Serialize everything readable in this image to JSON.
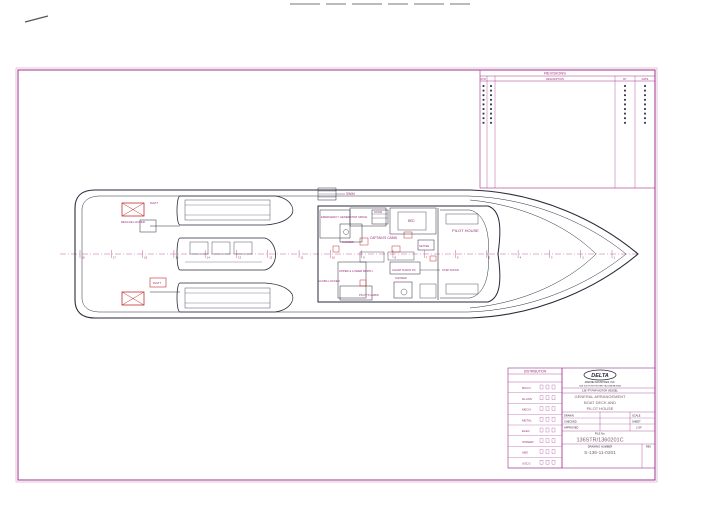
{
  "colors": {
    "border": "#a0308a",
    "hull": "#2a2a3a",
    "centerline": "#c0609a",
    "labels": "#9a2f7a",
    "title_stamp": "#7a6070"
  },
  "revisions": {
    "title": "REVISIONS",
    "headers": [
      "SYM",
      "DESCRIPTION",
      "BY",
      "DATE"
    ]
  },
  "station_marks": [
    "18",
    "17",
    "16",
    "15",
    "14",
    "13",
    "12",
    "11",
    "10",
    "9",
    "8",
    "7",
    "6",
    "5",
    "4",
    "3",
    "2",
    "1"
  ],
  "labels": {
    "swim": "SWIM",
    "rescue_locker": "RESCUE LOCKER",
    "emergency_generator": "EMERGENCY GENERATOR SPACE",
    "stair": "STAIR",
    "bed": "BED",
    "pilot_house": "PILOT HOUSE",
    "captains_cabin": "CAPTAIN'S CABIN",
    "shower": "SHOWER",
    "settee": "SETTEE",
    "upper_lower_berth": "UPPER & LOWER BERTH",
    "chart_radio": "CHART RADIO PC",
    "step_down": "STEP DOWN",
    "scuba_locker": "SCUBA LOCKER",
    "pilots_cabin": "PILOT'S CABIN",
    "shower2": "SHOWER",
    "davit": "DAVIT",
    "davit2": "DAVIT"
  },
  "distribution": {
    "title": "DISTRIBUTION",
    "rows": [
      "BUCO",
      "DLASS",
      "MECH",
      "METAL",
      "ELEC",
      "OWNER",
      "ABS",
      "USCG"
    ]
  },
  "title_block": {
    "company": "DELTA",
    "subtitle": "MARINE INDUSTRIES, INC.",
    "address": "1608 SOUTH 96TH STREET  TACOMA WA 98444",
    "vessel": "136'-FT PHP MOTOR VESSEL",
    "drawing_title_1": "GENERAL ARRANGEMENT",
    "drawing_title_2": "BOAT DECK AND",
    "drawing_title_3": "PILOT HOUSE",
    "file_no_label": "FILE No.",
    "file_no": "136STR/1360201C",
    "drawing_number_label": "DRAWING NUMBER",
    "drawing_number": "S-136-11-0201",
    "rev_label": "REV",
    "scale_label": "SCALE",
    "sheet_label": "SHEET",
    "drawn_label": "DRAWN",
    "checked_label": "CHECKED",
    "approved_label": "APPROVED",
    "sheet_value": "2 OF"
  }
}
